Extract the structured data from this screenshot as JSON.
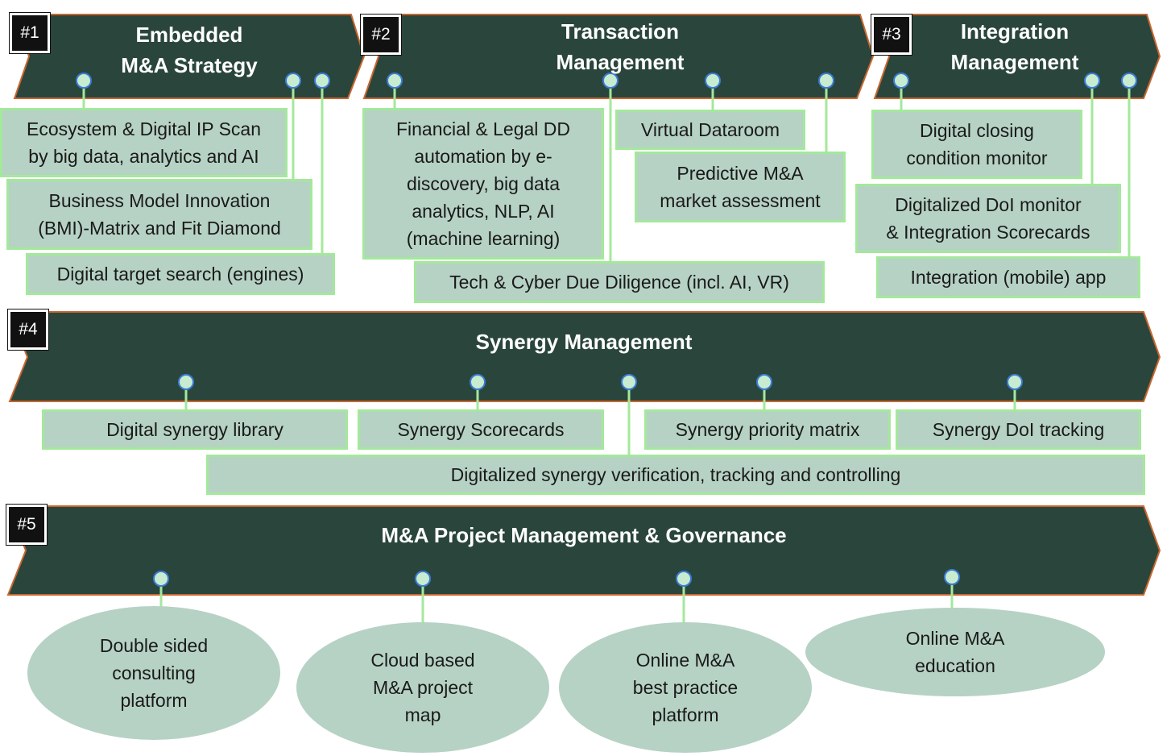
{
  "phases": [
    {
      "badge": "#1",
      "title": "Embedded\nM&A Strategy"
    },
    {
      "badge": "#2",
      "title": "Transaction\nManagement"
    },
    {
      "badge": "#3",
      "title": "Integration\nManagement"
    },
    {
      "badge": "#4",
      "title": "Synergy Management"
    },
    {
      "badge": "#5",
      "title": "M&A Project Management & Governance"
    }
  ],
  "items": {
    "ecosystem_scan": "Ecosystem & Digital IP Scan\nby big data, analytics and AI",
    "bmi_matrix": "Business Model Innovation\n(BMI)-Matrix and Fit Diamond",
    "target_search": "Digital target search (engines)",
    "financial_dd": "Financial & Legal DD\nautomation by e-\ndiscovery, big data\nanalytics, NLP, AI\n(machine learning)",
    "virtual_dataroom": "Virtual Dataroom",
    "predictive_ma": "Predictive M&A\nmarket assessment",
    "tech_cyber_dd": "Tech & Cyber Due Diligence (incl. AI, VR)",
    "closing_monitor": "Digital closing\ncondition monitor",
    "doi_monitor": "Digitalized DoI monitor\n& Integration Scorecards",
    "integration_app": "Integration (mobile) app",
    "synergy_library": "Digital synergy library",
    "synergy_scorecards": "Synergy Scorecards",
    "synergy_priority": "Synergy priority matrix",
    "synergy_doi": "Synergy DoI tracking",
    "synergy_verification": "Digitalized synergy verification, tracking and controlling",
    "consulting_platform": "Double sided\nconsulting\nplatform",
    "project_map": "Cloud based\nM&A project\nmap",
    "best_practice": "Online M&A\nbest practice\nplatform",
    "education": "Online M&A\neducation"
  },
  "colors": {
    "arrow_fill": "#2a463c",
    "arrow_border": "#c8662e",
    "item_fill": "#b6d2c4",
    "item_border": "#a4e89c",
    "connector": "#a4e89c",
    "dot_border": "#3a7bd5"
  }
}
